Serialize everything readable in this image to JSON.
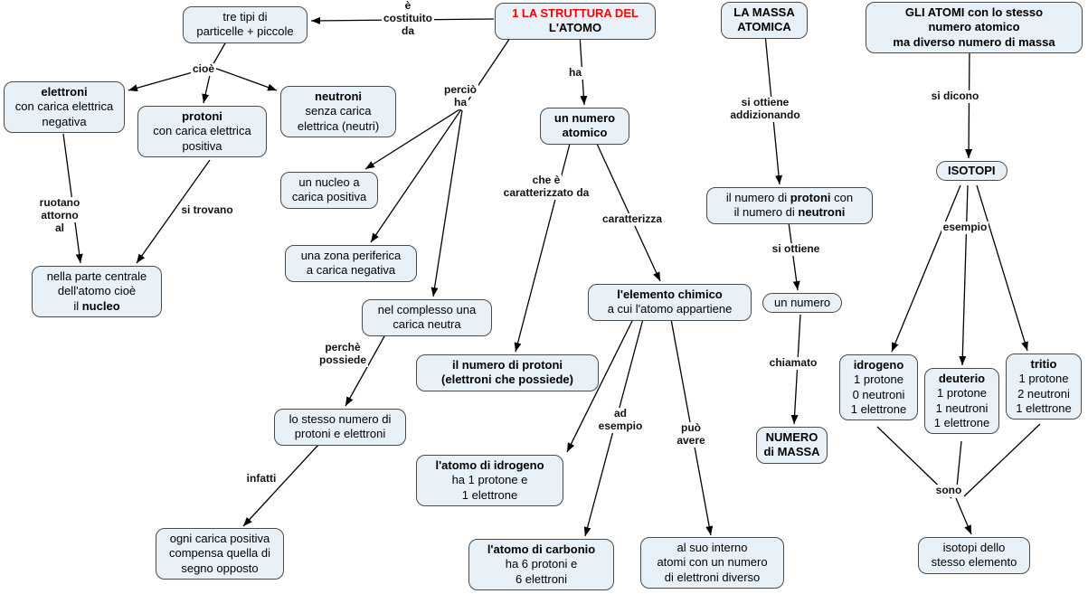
{
  "colors": {
    "background": "#ffffff",
    "node_bg": "#e8f1f7",
    "node_border": "#4a4a4a",
    "arrow": "#000000",
    "title_red": "#ff0000",
    "text": "#000000"
  },
  "nodes": {
    "tre_tipi": {
      "l1": "tre tipi di",
      "l2": "particelle + piccole"
    },
    "titolo": {
      "l1": "1 LA STRUTTURA DEL",
      "l2": "L'ATOMO"
    },
    "massa_atomica": {
      "l1": "LA MASSA",
      "l2": "ATOMICA"
    },
    "gli_atomi": {
      "l1": "GLI ATOMI con lo stesso",
      "l2": "numero atomico",
      "l3": "ma diverso numero di massa"
    },
    "elettroni": {
      "l1": "elettroni",
      "l2": "con carica elettrica",
      "l3": "negativa"
    },
    "protoni": {
      "l1": "protoni",
      "l2": "con carica elettrica",
      "l3": "positiva"
    },
    "neutroni": {
      "l1": "neutroni",
      "l2": "senza carica",
      "l3": "elettrica (neutri)"
    },
    "numero_atomico": {
      "l1": "un numero",
      "l2": "atomico"
    },
    "somma": {
      "l1a": "il numero di ",
      "l1b": "protoni",
      "l1c": " con",
      "l2a": "il numero di ",
      "l2b": "neutroni"
    },
    "isotopi": {
      "l1": "ISOTOPI"
    },
    "nucleo_positivo": {
      "l1": "un nucleo a",
      "l2": "carica positiva"
    },
    "zona_periferica": {
      "l1": "una zona periferica",
      "l2": "a carica negativa"
    },
    "parte_centrale": {
      "l1": "nella parte centrale",
      "l2": "dell'atomo cioè",
      "l3a": "il ",
      "l3b": "nucleo"
    },
    "carica_neutra": {
      "l1": "nel complesso una",
      "l2": "carica neutra"
    },
    "elemento_chimico": {
      "l1": "l'elemento chimico",
      "l2": "a cui l'atomo appartiene"
    },
    "un_numero": {
      "l1": "un numero"
    },
    "numero_protoni": {
      "l1": "il numero di protoni",
      "l2": "(elettroni che possiede)"
    },
    "stesso_numero": {
      "l1": "lo stesso numero di",
      "l2": "protoni e elettroni"
    },
    "idrogeno": {
      "l1": "idrogeno",
      "l2": "1 protone",
      "l3": "0 neutroni",
      "l4": "1 elettrone"
    },
    "deuterio": {
      "l1": "deuterio",
      "l2": "1 protone",
      "l3": "1 neutroni",
      "l4": "1 elettrone"
    },
    "tritio": {
      "l1": "tritio",
      "l2": "1 protone",
      "l3": "2 neutroni",
      "l4": "1 elettrone"
    },
    "numero_massa": {
      "l1": "NUMERO",
      "l2": "di MASSA"
    },
    "atomo_idrogeno": {
      "l1": "l'atomo di idrogeno",
      "l2": "ha 1 protone e",
      "l3": "1 elettrone"
    },
    "ogni_carica": {
      "l1": "ogni carica positiva",
      "l2": "compensa quella di",
      "l3": "segno opposto"
    },
    "atomo_carbonio": {
      "l1": "l'atomo di carbonio",
      "l2": "ha 6 protoni e",
      "l3": "6 elettroni"
    },
    "al_suo_interno": {
      "l1": "al suo interno",
      "l2": "atomi con un numero",
      "l3": "di elettroni diverso"
    },
    "isotopi_stesso": {
      "l1": "isotopi dello",
      "l2": "stesso elemento"
    }
  },
  "labels": {
    "e_costituito": {
      "l1": "è",
      "l2": "costituito",
      "l3": "da"
    },
    "cioe": {
      "l1": "cioè"
    },
    "percio_ha": {
      "l1": "perciò",
      "l2": "ha"
    },
    "ha": {
      "l1": "ha"
    },
    "si_ottiene_addizionando": {
      "l1": "si ottiene",
      "l2": "addizionando"
    },
    "si_dicono": {
      "l1": "si dicono"
    },
    "ruotano": {
      "l1": "ruotano",
      "l2": "attorno",
      "l3": "al"
    },
    "si_trovano": {
      "l1": "si trovano"
    },
    "che_e_caratterizzato": {
      "l1": "che è",
      "l2": "caratterizzato da"
    },
    "caratterizza": {
      "l1": "caratterizza"
    },
    "si_ottiene": {
      "l1": "si ottiene"
    },
    "esempio": {
      "l1": "esempio"
    },
    "perche_possiede": {
      "l1": "perchè",
      "l2": "possiede"
    },
    "chiamato": {
      "l1": "chiamato"
    },
    "ad_esempio": {
      "l1": "ad",
      "l2": "esempio"
    },
    "puo_avere": {
      "l1": "può",
      "l2": "avere"
    },
    "infatti": {
      "l1": "infatti"
    },
    "sono": {
      "l1": "sono"
    }
  }
}
